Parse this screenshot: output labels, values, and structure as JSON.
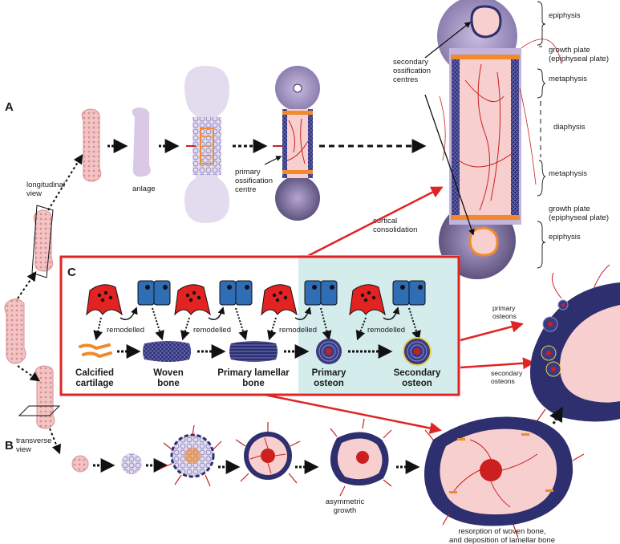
{
  "panels": {
    "a": "A",
    "b": "B",
    "c": "C"
  },
  "labels": {
    "longitudinal_view": "longitudinal\nview",
    "transverse_view": "transverse\nview",
    "anlage": "anlage",
    "primary_ossification_centre": "primary\nossification\ncentre",
    "secondary_ossification_centres": "secondary\nossification\ncentres",
    "cortical_consolidation": "cortical\nconsolidation",
    "asymmetric_growth": "asymmetric\ngrowth",
    "resorption": "resorption of woven bone,\nand deposition of lamellar bone",
    "primary_osteons": "primary\nosteons",
    "secondary_osteons": "secondary\nosteons"
  },
  "regions": [
    {
      "id": "epiphysis-top",
      "text": "epiphysis"
    },
    {
      "id": "growth-plate-top",
      "text": "growth plate\n(epiphyseal plate)"
    },
    {
      "id": "metaphysis-top",
      "text": "metaphysis"
    },
    {
      "id": "diaphysis",
      "text": "diaphysis"
    },
    {
      "id": "metaphysis-bottom",
      "text": "metaphysis"
    },
    {
      "id": "growth-plate-bottom",
      "text": "growth plate\n(epiphyseal plate)"
    },
    {
      "id": "epiphysis-bottom",
      "text": "epiphysis"
    }
  ],
  "remodelled": [
    "remodelled",
    "remodelled",
    "remodelled",
    "remodelled"
  ],
  "stages": [
    {
      "id": "calcified-cartilage",
      "text": "Calcified\ncartilage"
    },
    {
      "id": "woven-bone",
      "text": "Woven\nbone"
    },
    {
      "id": "primary-lamellar-bone",
      "text": "Primary lamellar\nbone"
    },
    {
      "id": "primary-osteon",
      "text": "Primary\nosteon"
    },
    {
      "id": "secondary-osteon",
      "text": "Secondary\nosteon"
    }
  ],
  "colors": {
    "cartilage": "#f2c4c4",
    "anlage": "#d9c8e6",
    "bone": "#2e2f6e",
    "marrow": "#f8cfcf",
    "ossification": "#f08a2c",
    "vessel": "#cc1f1f",
    "osteoclast": "#e32222",
    "osteoblast": "#2f6db5",
    "highlight_box": "#e02424",
    "teal_panel": "#d5ecec",
    "lilac": "#b7a6cc"
  },
  "icons": [
    "osteoclast-icon",
    "osteoblast-icon",
    "osteon-icon",
    "blood-vessel-icon"
  ]
}
